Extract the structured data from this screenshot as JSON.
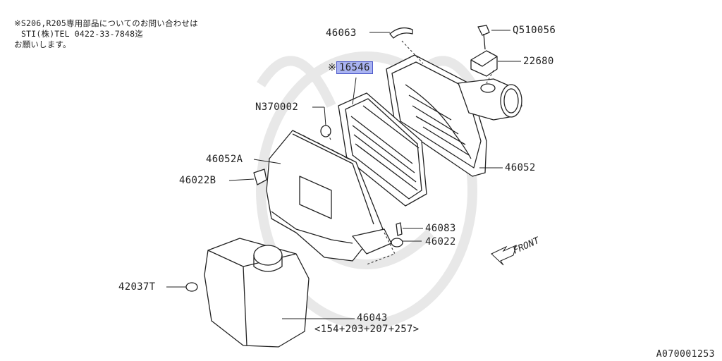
{
  "note": {
    "lines": [
      "※S206,R205専用部品についてのお問い合わせは",
      "STI(株)TEL 0422-33-7848迄",
      "お願いします。"
    ]
  },
  "labels": {
    "p46063": "46063",
    "pQ510056": "Q510056",
    "p16546_mark": "※",
    "p16546": "16546",
    "p22680": "22680",
    "pN370002": "N370002",
    "p46052A": "46052A",
    "p46022B": "46022B",
    "p46052": "46052",
    "p46083": "46083",
    "p46022": "46022",
    "p42037T": "42037T",
    "p46043": "46043",
    "p46043_models": "<154+203+207+257>"
  },
  "front_label": "FRONT",
  "diagram_id": "A070001253",
  "colors": {
    "highlight": "#a9b3f1",
    "highlight_border": "#4b57c9",
    "line": "#222222",
    "watermark": "#e6e6e6"
  }
}
